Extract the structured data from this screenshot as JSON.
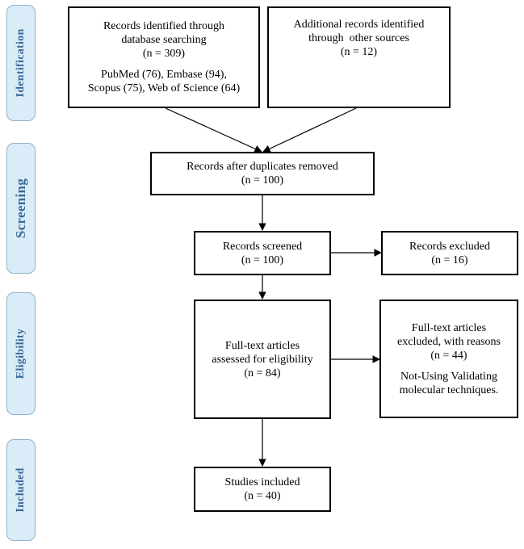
{
  "phases": [
    {
      "id": "identification",
      "label": "Identification"
    },
    {
      "id": "screening",
      "label": "Screening"
    },
    {
      "id": "eligibility",
      "label": "Eligibility"
    },
    {
      "id": "included",
      "label": "Included"
    }
  ],
  "boxes": {
    "database_search": {
      "line1": "Records identified through",
      "line2": "database searching",
      "count": "(n = 309)",
      "sources1": "PubMed (76), Embase (94),",
      "sources2": "Scopus (75), Web of Science (64)"
    },
    "other_sources": {
      "line1": "Additional records identified",
      "line2": "through  other sources",
      "count": "(n = 12)"
    },
    "duplicates_removed": {
      "line1": "Records after duplicates removed",
      "count": "(n = 100)"
    },
    "screened": {
      "line1": "Records screened",
      "count": "(n = 100)"
    },
    "excluded": {
      "line1": "Records excluded",
      "count": "(n = 16)"
    },
    "fulltext_assessed": {
      "line1": "Full-text articles",
      "line2": "assessed for eligibility",
      "count": "(n = 84)"
    },
    "fulltext_excluded": {
      "line1": "Full-text articles",
      "line2": "excluded, with reasons",
      "count": "(n = 44)",
      "reason1": "Not-Using Validating",
      "reason2": "molecular techniques."
    },
    "included": {
      "line1": "Studies included",
      "count": "(n = 40)"
    }
  }
}
